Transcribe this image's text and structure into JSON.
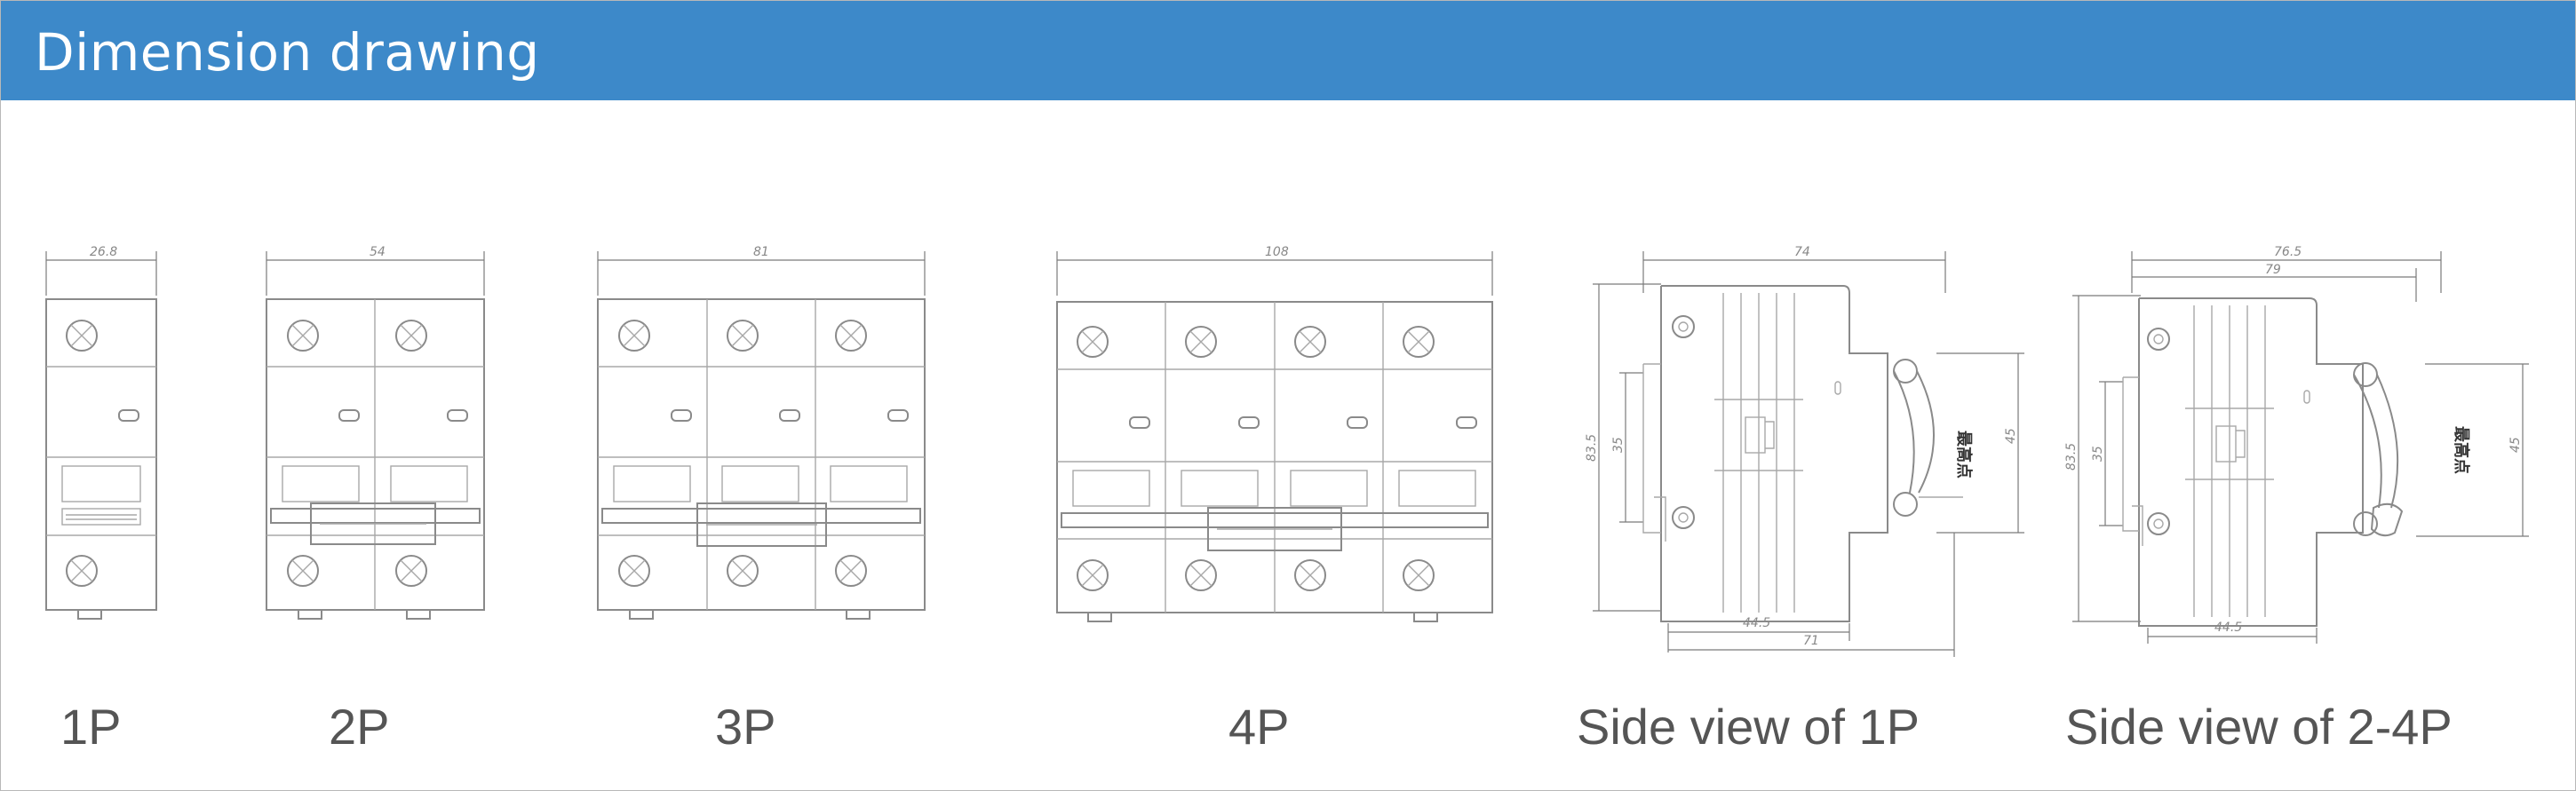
{
  "header": {
    "title": "Dimension drawing"
  },
  "labels": {
    "p1": "1P",
    "p2": "2P",
    "p3": "3P",
    "p4": "4P",
    "side1": "Side view of 1P",
    "side24": "Side view of 2-4P"
  },
  "dimensions": {
    "p1_width": "26.8",
    "p2_width": "54",
    "p3_width": "81",
    "p4_width": "108",
    "side1_total": "74",
    "side1_height": "83.5",
    "side1_rail": "35",
    "side1_front": "45",
    "side1_base": "44.5",
    "side1_depth": "71",
    "side24_total": "76.5",
    "side24_body": "79",
    "side24_height": "83.5",
    "side24_rail": "35",
    "side24_front": "45",
    "side24_base": "44.5"
  },
  "side_marks": {
    "side1_top_mark": "最高点",
    "side24_top_mark": "最高点"
  },
  "colors": {
    "header": "#3d89c9",
    "frame": "#b8b8b8",
    "line": "#8a8a8a"
  }
}
